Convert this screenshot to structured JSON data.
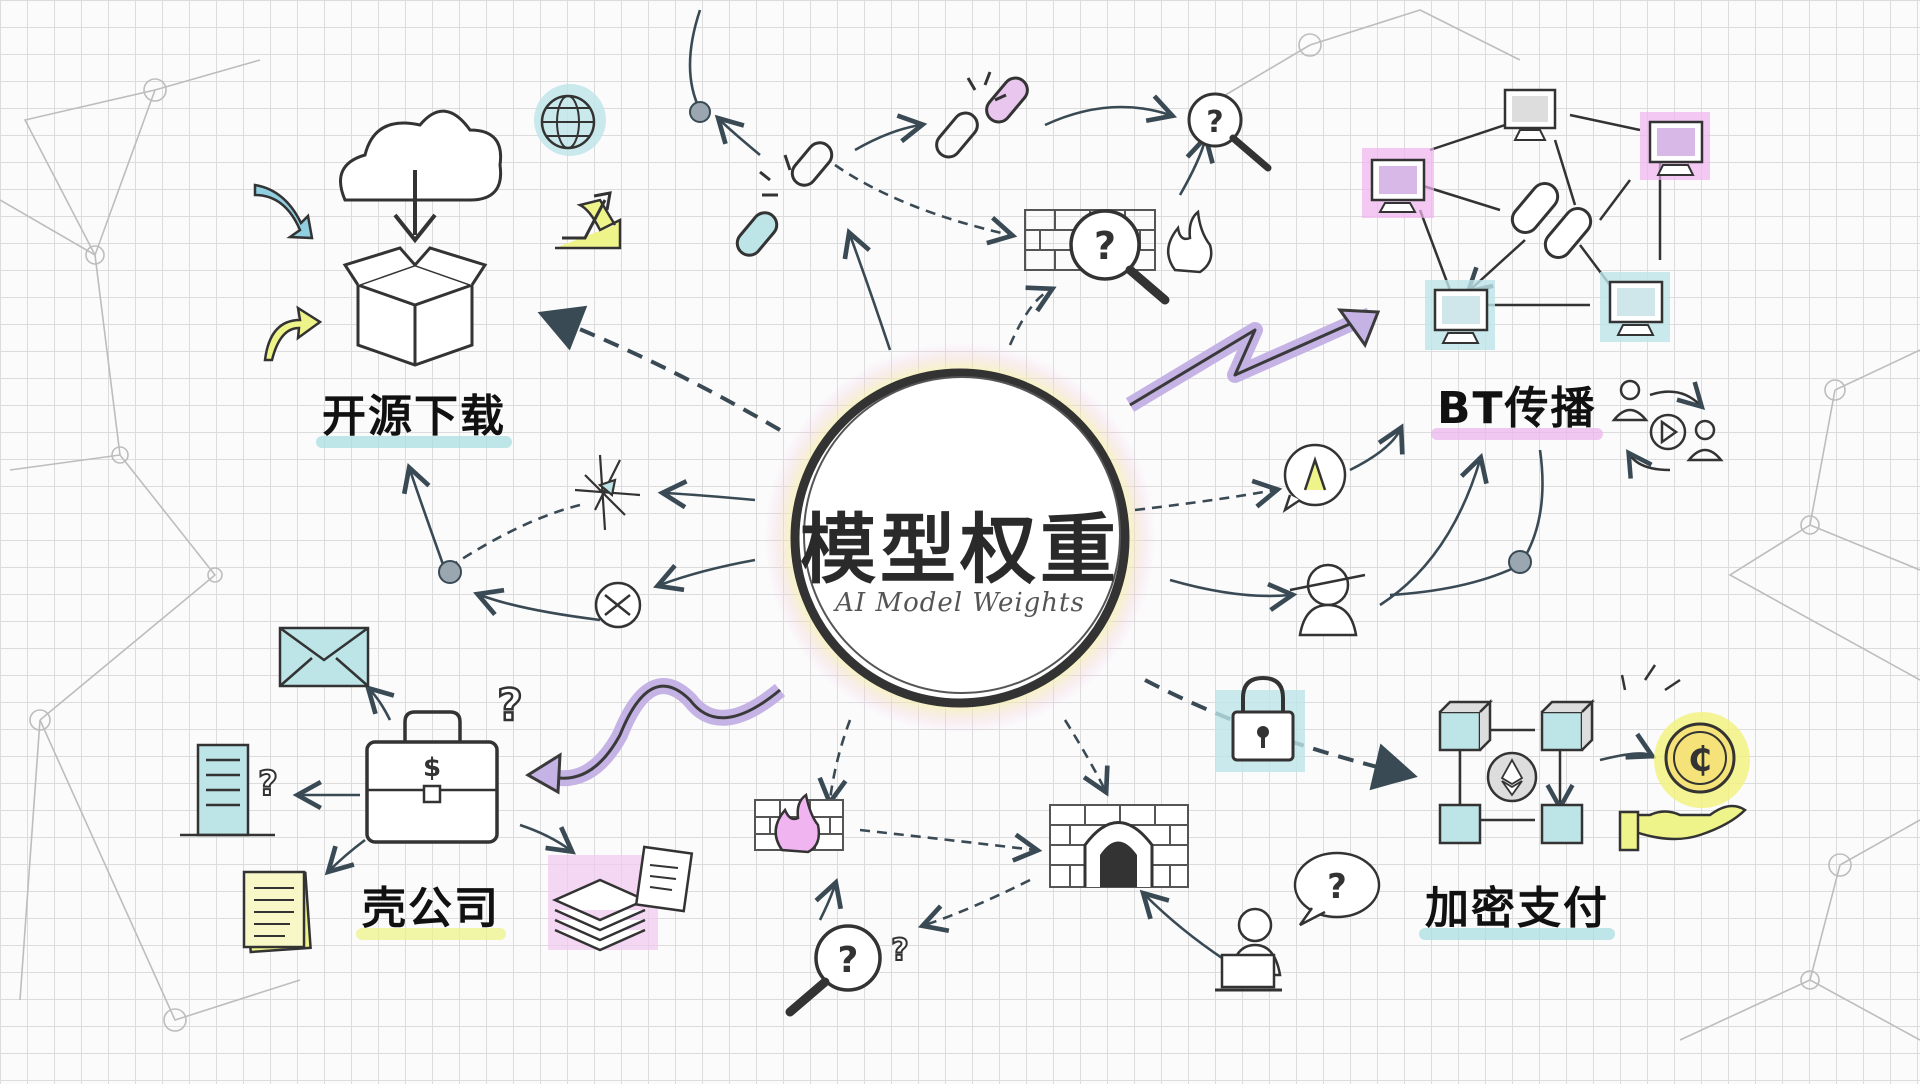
{
  "center": {
    "title": "模型权重",
    "subtitle": "AI Model Weights"
  },
  "nodes": {
    "open_source": {
      "label": "开源下载",
      "highlight": "#a9dde0"
    },
    "bt": {
      "label": "BT传播",
      "highlight": "#ecb6ec"
    },
    "shell": {
      "label": "壳公司",
      "highlight": "#eef38a"
    },
    "crypto": {
      "label": "加密支付",
      "highlight": "#a9dde0"
    }
  },
  "colors": {
    "ink": "#2e2e2e",
    "cyan": "#9fdde3",
    "pink": "#f0b4f0",
    "yellow": "#f2f27a",
    "purple": "#b59bd8"
  },
  "icons": [
    "cloud-download-icon",
    "box-icon",
    "globe-icon",
    "arrow-icon",
    "broken-link-icon",
    "question-magnifier-icon",
    "firewall-icon",
    "fire-icon",
    "computer-icon",
    "chain-icon",
    "users-share-icon",
    "briefcase-icon",
    "envelope-icon",
    "building-icon",
    "documents-icon",
    "stack-icon",
    "padlock-icon",
    "blockchain-icon",
    "ethereum-icon",
    "coin-hand-icon",
    "hacker-laptop-icon",
    "tunnel-icon",
    "speech-bubble-icon"
  ],
  "question_mark": "?",
  "dollar_sign": "$",
  "coin_symbol": "₵"
}
